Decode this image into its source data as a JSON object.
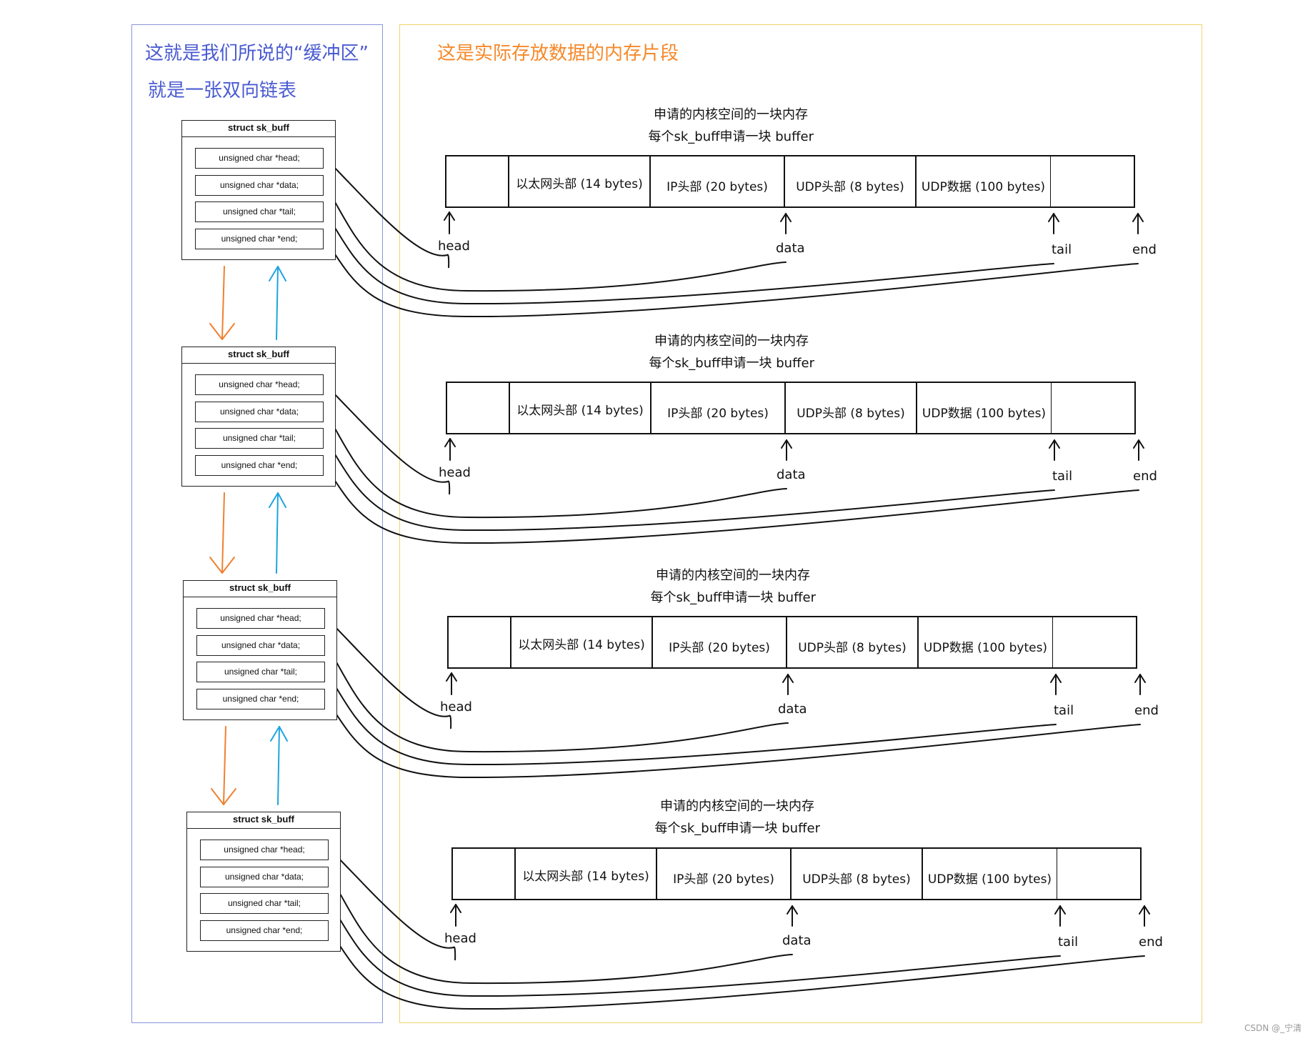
{
  "left_region": {
    "title_line1": "这就是我们所说的“缓冲区”",
    "title_line2": "就是一张双向链表",
    "color": "#4a5bd0",
    "border": "#8a94dd"
  },
  "right_region": {
    "title": "这是实际存放数据的内存片段",
    "color": "#f5892a",
    "border": "#f3d36b"
  },
  "arrow_colors": {
    "down": "#f08030",
    "up": "#1ea4e0"
  },
  "nodes": [
    {
      "struct": {
        "title": "struct sk_buff",
        "fields": [
          "unsigned char *head;",
          "unsigned char *data;",
          "unsigned char *tail;",
          "unsigned char *end;"
        ]
      },
      "caption_line1": "申请的内核空间的一块内存",
      "caption_line2": "每个sk_buff申请一块 buffer",
      "segments": [
        "以太网头部 (14 bytes)",
        "IP头部 (20 bytes)",
        "UDP头部 (8 bytes)",
        "UDP数据 (100 bytes)"
      ],
      "pointers": [
        "head",
        "data",
        "tail",
        "end"
      ]
    },
    {
      "struct": {
        "title": "struct sk_buff",
        "fields": [
          "unsigned char *head;",
          "unsigned char *data;",
          "unsigned char *tail;",
          "unsigned char *end;"
        ]
      },
      "caption_line1": "申请的内核空间的一块内存",
      "caption_line2": "每个sk_buff申请一块 buffer",
      "segments": [
        "以太网头部 (14 bytes)",
        "IP头部 (20 bytes)",
        "UDP头部 (8 bytes)",
        "UDP数据 (100 bytes)"
      ],
      "pointers": [
        "head",
        "data",
        "tail",
        "end"
      ]
    },
    {
      "struct": {
        "title": "struct sk_buff",
        "fields": [
          "unsigned char *head;",
          "unsigned char *data;",
          "unsigned char *tail;",
          "unsigned char *end;"
        ]
      },
      "caption_line1": "申请的内核空间的一块内存",
      "caption_line2": "每个sk_buff申请一块 buffer",
      "segments": [
        "以太网头部 (14 bytes)",
        "IP头部 (20 bytes)",
        "UDP头部 (8 bytes)",
        "UDP数据 (100 bytes)"
      ],
      "pointers": [
        "head",
        "data",
        "tail",
        "end"
      ]
    },
    {
      "struct": {
        "title": "struct sk_buff",
        "fields": [
          "unsigned char *head;",
          "unsigned char *data;",
          "unsigned char *tail;",
          "unsigned char *end;"
        ]
      },
      "caption_line1": "申请的内核空间的一块内存",
      "caption_line2": "每个sk_buff申请一块 buffer",
      "segments": [
        "以太网头部 (14 bytes)",
        "IP头部 (20 bytes)",
        "UDP头部 (8 bytes)",
        "UDP数据 (100 bytes)"
      ],
      "pointers": [
        "head",
        "data",
        "tail",
        "end"
      ]
    }
  ],
  "watermark": "CSDN @_宁清"
}
